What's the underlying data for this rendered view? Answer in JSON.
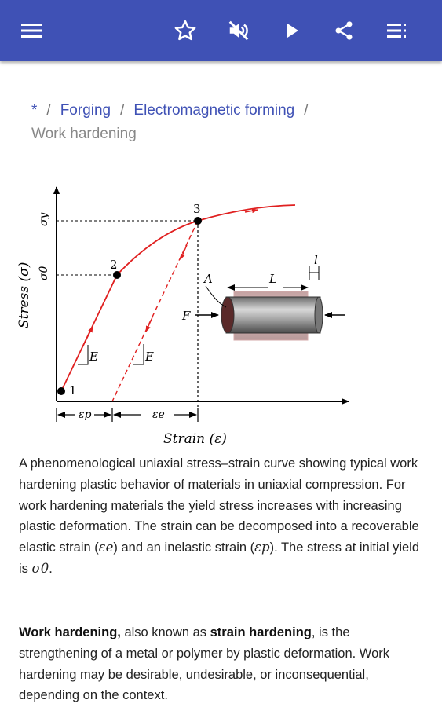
{
  "app": {
    "accent": "#3f51b5"
  },
  "toolbar": {
    "icons": [
      "menu-icon",
      "star-icon",
      "mute-icon",
      "play-icon",
      "share-icon",
      "list-icon"
    ]
  },
  "breadcrumb": {
    "home": "*",
    "separator": "/",
    "item1": "Forging",
    "item2": "Electromagnetic forming",
    "current": "Work hardening"
  },
  "figure": {
    "y_axis_label": "Stress (σ)",
    "x_axis_label": "Strain (ε)",
    "sigma_y": "σy",
    "sigma_0": "σ0",
    "point1": "1",
    "point2": "2",
    "point3": "3",
    "modulus_label": "E",
    "eps_p": "εp",
    "eps_e": "εe",
    "label_A": "A",
    "label_L": "L",
    "label_l": "l",
    "label_F": "F",
    "curve_color": "#e02020"
  },
  "caption": {
    "part1": "A phenomenological uniaxial stress–strain curve showing typical work hardening plastic behavior of materials in uniaxial compression. For work hardening materials the yield stress increases with increasing plastic deformation. The strain can be decomposed into a recoverable elastic strain (",
    "eps_e": "εe",
    "part2": ") and an inelastic strain (",
    "eps_p": "εp",
    "part3": "). The stress at initial yield is ",
    "sigma0": "σ0",
    "part4": "."
  },
  "body": {
    "term1": "Work hardening,",
    "text1": " also known as ",
    "term2": "strain hardening",
    "text2": ", is the strengthening of a metal or polymer by plastic deformation. Work hardening may be desirable, undesirable, or inconsequential, depending on the context."
  }
}
